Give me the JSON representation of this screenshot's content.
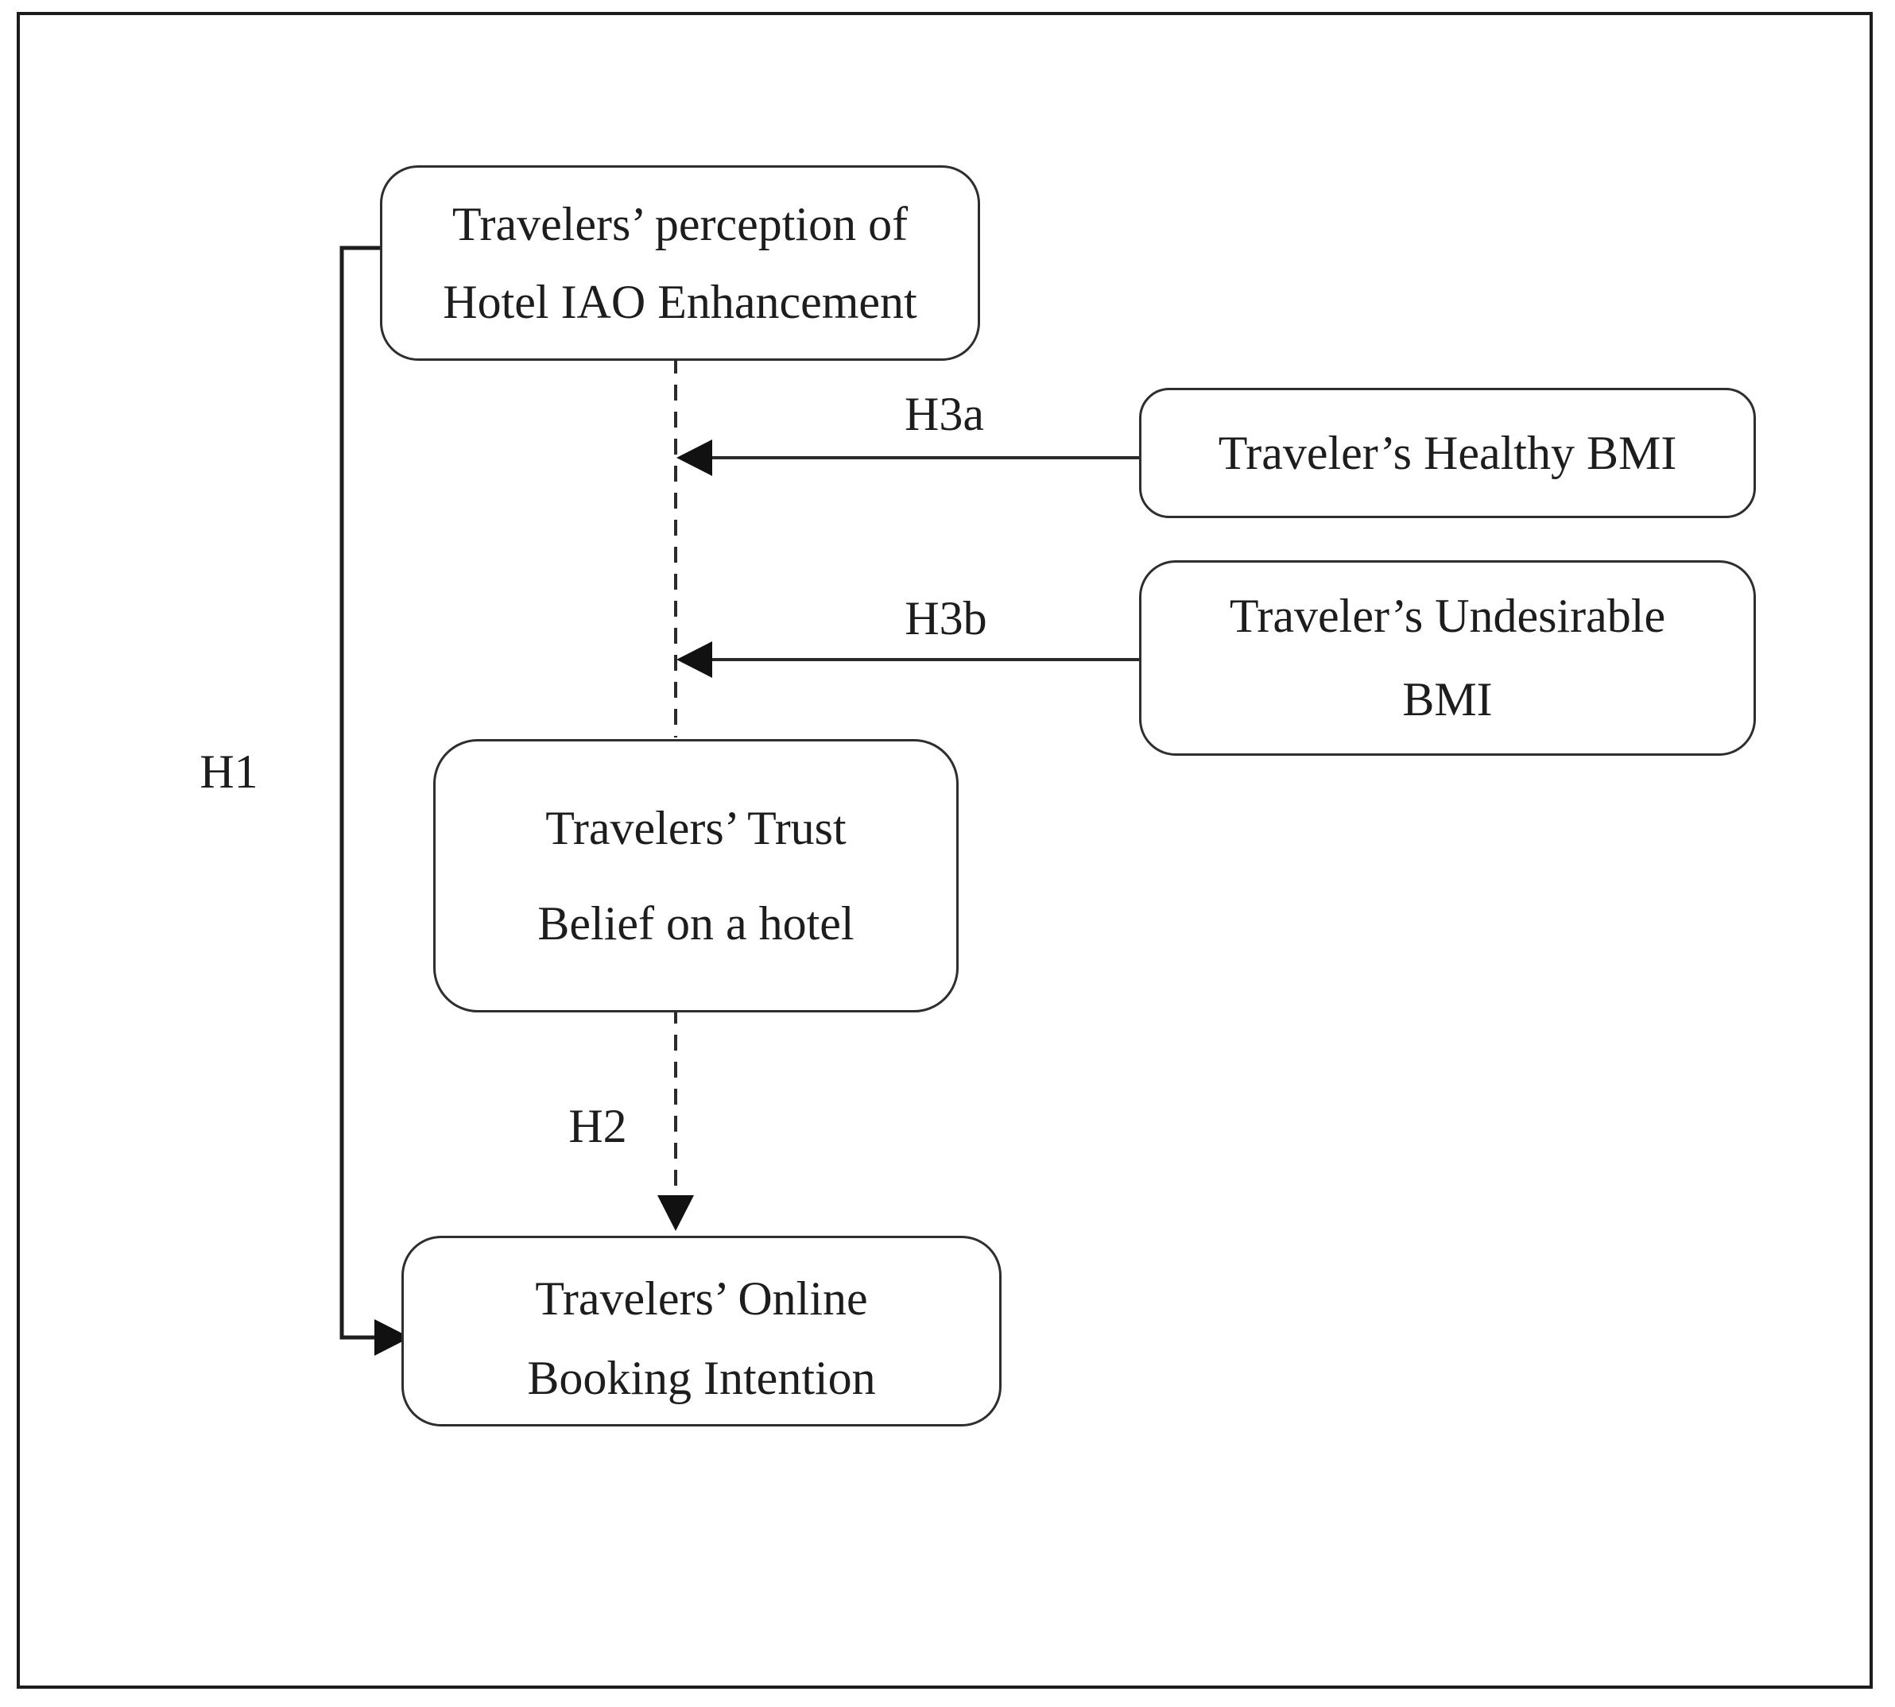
{
  "figure": {
    "background_color": "#ffffff",
    "ink_color": "#1d1d1d",
    "type": "hypothesis-model-diagram"
  },
  "nodes": {
    "perception": {
      "lines": [
        "Travelers’ perception of",
        "Hotel IAO Enhancement"
      ]
    },
    "healthy_bmi": {
      "lines": [
        "Traveler’s Healthy BMI"
      ]
    },
    "undesirable_bmi": {
      "lines": [
        "Traveler’s Undesirable",
        "BMI"
      ]
    },
    "trust": {
      "lines": [
        "Travelers’ Trust",
        "Belief on a hotel"
      ]
    },
    "booking": {
      "lines": [
        "Travelers’ Online",
        "Booking Intention"
      ]
    }
  },
  "edges": {
    "h1": {
      "label": "H1",
      "from": "perception",
      "to": "booking",
      "line": "solid",
      "arrow": "right"
    },
    "h2": {
      "label": "H2",
      "from": "trust",
      "to": "booking",
      "line": "dashed",
      "arrow": "down"
    },
    "h3a": {
      "label": "H3a",
      "from": "healthy_bmi",
      "to": "perception-trust-link",
      "line": "solid",
      "arrow": "left"
    },
    "h3b": {
      "label": "H3b",
      "from": "undesirable_bmi",
      "to": "perception-trust-link",
      "line": "solid",
      "arrow": "left"
    },
    "mediation": {
      "label": "",
      "from": "perception",
      "to": "trust",
      "line": "dashed",
      "arrow": "none"
    }
  }
}
